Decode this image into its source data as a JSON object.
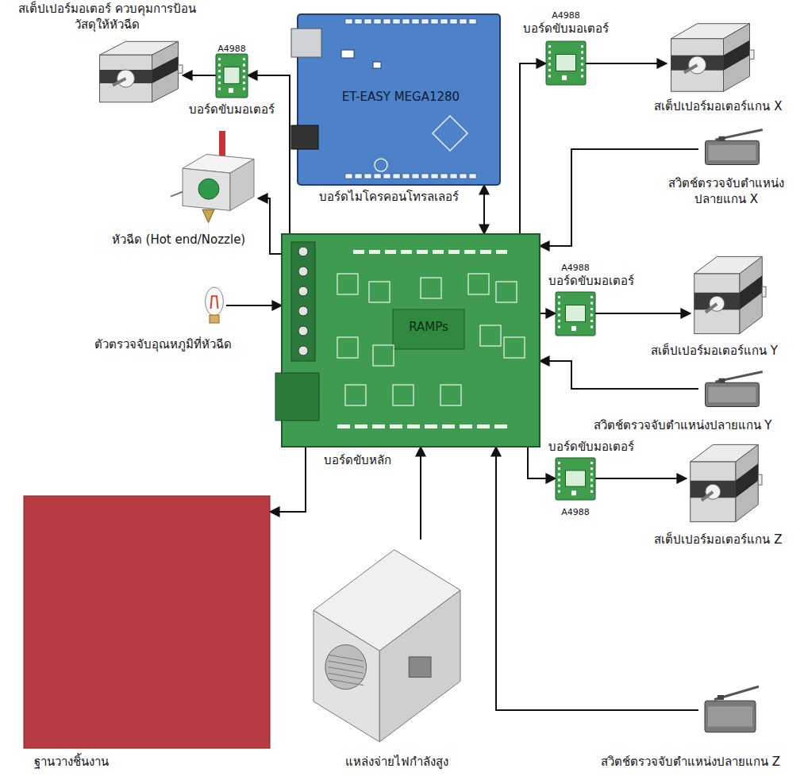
{
  "diagram": {
    "nodes": [
      {
        "text": [
          "สเต็ปเปอร์มอเตอร์ ควบคุมการป้อนวัสดุให้หัวฉีด"
        ]
      },
      {
        "text": [
          "A4988",
          "บอร์ดขับมอเตอร์"
        ]
      },
      {
        "text": [
          "ET-EASY MEGA1280",
          "บอร์ดไมโครคอนโทรลเลอร์"
        ]
      },
      {
        "text": [
          "A4988",
          "บอร์ดขับมอเตอร์"
        ]
      },
      {
        "text": [
          "สเต็ปเปอร์มอเตอร์แกน X"
        ]
      },
      {
        "text": [
          "สวิตช์ตรวจจับตำแหน่ง ปลายแกน X"
        ]
      },
      {
        "text": [
          "หัวฉีด (Hot end/Nozzle)"
        ]
      },
      {
        "text": [
          "RAMPs",
          "บอร์ดขับหลัก"
        ]
      },
      {
        "text": [
          "A4988",
          "บอร์ดขับมอเตอร์"
        ]
      },
      {
        "text": [
          "สเต็ปเปอร์มอเตอร์แกน Y"
        ]
      },
      {
        "text": [
          "ตัวตรวจจับอุณหภูมิที่หัวฉีด"
        ]
      },
      {
        "text": [
          "สวิตช์ตรวจจับตำแหน่งปลายแกน Y"
        ]
      },
      {
        "text": [
          "บอร์ดขับมอเตอร์",
          "A4988"
        ]
      },
      {
        "text": [
          "สเต็ปเปอร์มอเตอร์แกน Z"
        ]
      },
      {
        "text": [
          "ฐานวางชิ้นงาน"
        ]
      },
      {
        "text": [
          "แหล่งจ่ายไฟกำลังสูง"
        ]
      },
      {
        "text": [
          "สวิตช์ตรวจจับตำแหน่งปลายแกน Z"
        ]
      }
    ],
    "edges": [
      {
        "from": 7,
        "to": 1,
        "arrow": "to"
      },
      {
        "from": 1,
        "to": 0,
        "arrow": "to"
      },
      {
        "from": 7,
        "to": 6,
        "arrow": "to"
      },
      {
        "from": 2,
        "to": 7,
        "arrow": "both"
      },
      {
        "from": 7,
        "to": 3,
        "arrow": "to"
      },
      {
        "from": 3,
        "to": 4,
        "arrow": "to"
      },
      {
        "from": 5,
        "to": 7,
        "arrow": "to"
      },
      {
        "from": 10,
        "to": 7,
        "arrow": "to"
      },
      {
        "from": 7,
        "to": 8,
        "arrow": "to"
      },
      {
        "from": 8,
        "to": 9,
        "arrow": "to"
      },
      {
        "from": 11,
        "to": 7,
        "arrow": "to"
      },
      {
        "from": 7,
        "to": 12,
        "arrow": "to"
      },
      {
        "from": 12,
        "to": 13,
        "arrow": "to"
      },
      {
        "from": 7,
        "to": 14,
        "arrow": "to"
      },
      {
        "from": 15,
        "to": 7,
        "arrow": "to"
      },
      {
        "from": 16,
        "to": 7,
        "arrow": "to"
      }
    ]
  }
}
